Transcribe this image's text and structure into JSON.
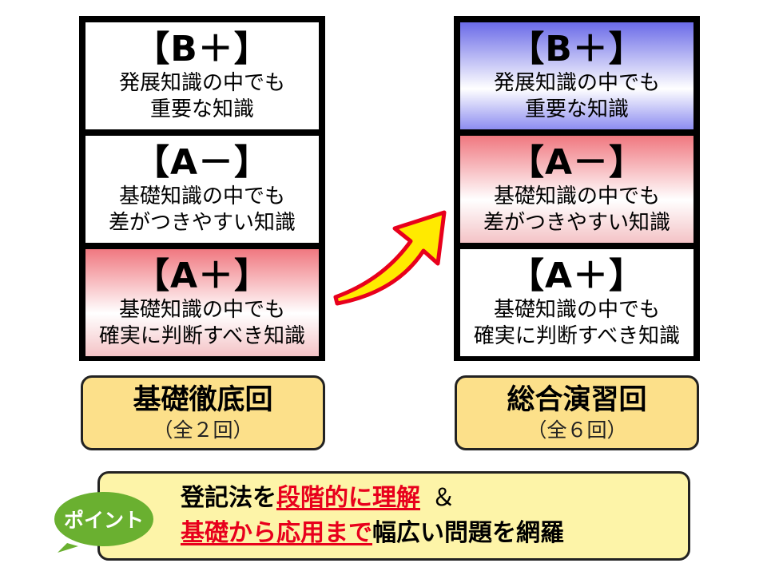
{
  "left_stack": {
    "boxes": [
      {
        "grade": "【B＋】",
        "line1": "発展知識の中でも",
        "line2": "重要な知識"
      },
      {
        "grade": "【A－】",
        "line1": "基礎知識の中でも",
        "line2": "差がつきやすい知識"
      },
      {
        "grade": "【A＋】",
        "line1": "基礎知識の中でも",
        "line2": "確実に判断すべき知識"
      }
    ],
    "label": {
      "main": "基礎徹底回",
      "sub": "（全２回）"
    }
  },
  "right_stack": {
    "boxes": [
      {
        "grade": "【B＋】",
        "line1": "発展知識の中でも",
        "line2": "重要な知識"
      },
      {
        "grade": "【A－】",
        "line1": "基礎知識の中でも",
        "line2": "差がつきやすい知識"
      },
      {
        "grade": "【A＋】",
        "line1": "基礎知識の中でも",
        "line2": "確実に判断すべき知識"
      }
    ],
    "label": {
      "main": "総合演習回",
      "sub": "（全６回）"
    }
  },
  "point": {
    "badge": "ポイント",
    "line1_pre": "登記法を",
    "line1_red": "段階的に理解",
    "line1_amp": "＆",
    "line2_red": "基礎から応用まで",
    "line2_post": "幅広い問題を網羅"
  },
  "colors": {
    "red_highlight": "#e8001c",
    "blue_box": "#6b6be8",
    "red_box": "#f07880",
    "label_fill": "#fce08a",
    "point_fill": "#fdf4a8",
    "badge_green": "#6ab030",
    "arrow_fill": "#ffea00",
    "arrow_border": "#e8001c"
  }
}
